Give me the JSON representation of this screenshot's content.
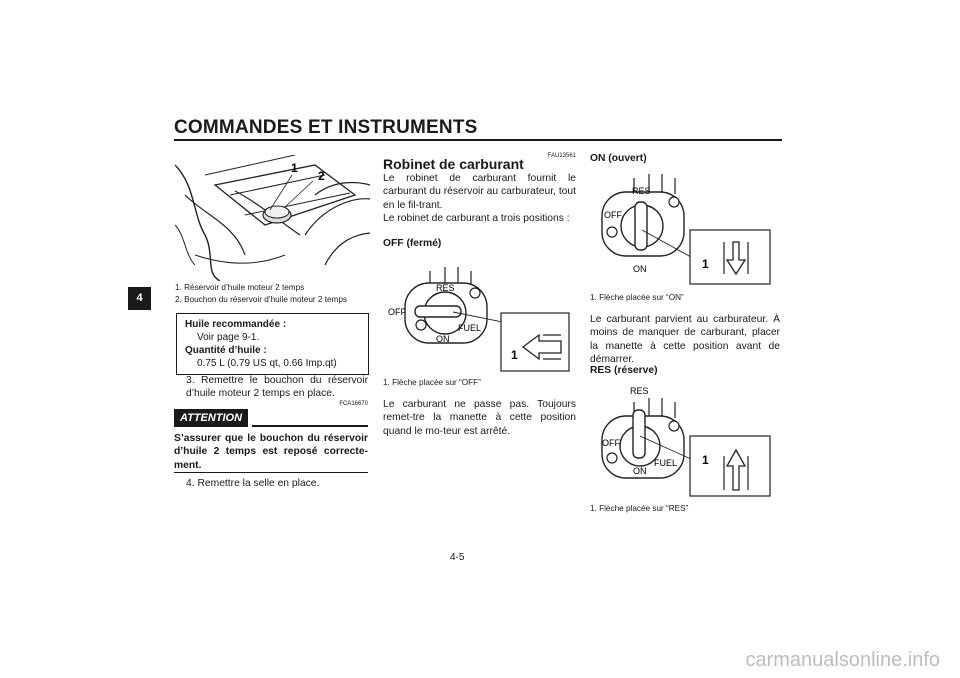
{
  "header": {
    "title": "COMMANDES ET INSTRUMENTS",
    "tab": "4",
    "page": "4-5"
  },
  "left": {
    "fig_labels": [
      "1",
      "2"
    ],
    "caption1": "1.  Réservoir d’huile moteur 2 temps",
    "caption2": "2.  Bouchon du réservoir d’huile moteur 2 temps",
    "box": {
      "l1": "Huile recommandée :",
      "l2": "Voir page 9-1.",
      "l3": "Quantité d’huile :",
      "l4": "0.75 L (0.79 US qt, 0.66 Imp.qt)"
    },
    "step3": "3.  Remettre le bouchon du réservoir d’huile moteur 2 temps en place.",
    "ref": "FCA16670",
    "attention": "ATTENTION",
    "warning": "S’assurer que le bouchon du réservoir d’huile 2 temps est reposé correcte-ment.",
    "step4": "4.  Remettre la selle en place."
  },
  "mid": {
    "ref": "FAU13561",
    "heading": "Robinet de carburant",
    "para1": "Le robinet de carburant fournit le carburant du réservoir au carburateur, tout en le fil-trant.",
    "para2": "Le robinet de carburant a trois positions :",
    "sub_off": "OFF (fermé)",
    "fig_off": {
      "res": "RES",
      "off": "OFF",
      "fuel": "FUEL",
      "on": "ON",
      "num": "1"
    },
    "caption_off": "1.  Flèche placée sur “OFF”",
    "para3": "Le carburant ne passe pas. Toujours remet-tre la manette à cette position quand le mo-teur est arrêté."
  },
  "right": {
    "sub_on": "ON (ouvert)",
    "fig_on": {
      "res": "RES",
      "off": "OFF",
      "on": "ON",
      "num": "1"
    },
    "caption_on": "1.  Flèche placée sur “ON”",
    "para_on": "Le carburant parvient au carburateur. À moins de manquer de carburant, placer la manette à cette position avant de démarrer.",
    "sub_res": "RES (réserve)",
    "fig_res": {
      "res": "RES",
      "off": "OFF",
      "fuel": "FUEL",
      "on": "ON",
      "num": "1"
    },
    "caption_res": "1.  Flèche placée sur “RES”"
  },
  "watermark": "carmanualsonline.info"
}
